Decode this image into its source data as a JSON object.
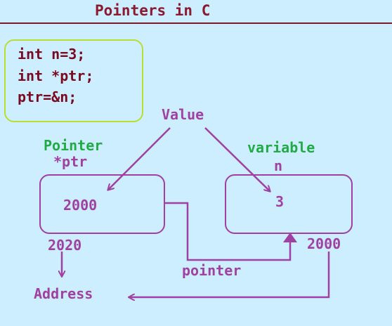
{
  "title": "Pointers in C",
  "code": {
    "lines": [
      "int n=3;",
      "int *ptr;",
      "ptr=&n;"
    ]
  },
  "labels": {
    "value": "Value",
    "pointer_heading": "Pointer",
    "pointer_name": "*ptr",
    "variable_heading": "variable",
    "variable_name": "n",
    "pointer_box_value": "2000",
    "variable_box_value": "3",
    "pointer_address": "2020",
    "variable_address": "2000",
    "pointer_link": "pointer",
    "address": "Address"
  },
  "colors": {
    "background": "#CCEEFF",
    "title": "#8B1A2E",
    "code_text": "#7A0A1F",
    "code_border": "#BBDD33",
    "accent_purple": "#A040A0",
    "accent_green": "#22AA44"
  }
}
